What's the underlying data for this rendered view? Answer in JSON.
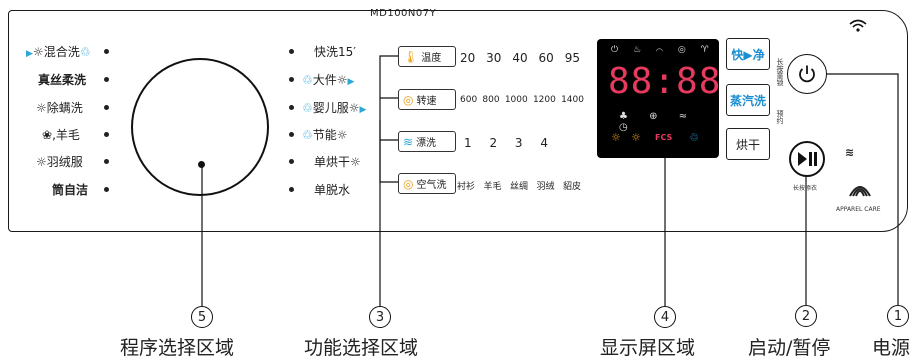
{
  "model": "MD100N07Y",
  "programs_left": [
    {
      "label": "混合洗",
      "icon": "sun-icon",
      "bold": false
    },
    {
      "label": "真丝柔洗",
      "icon": "",
      "bold": true
    },
    {
      "label": "除螨洗",
      "icon": "sun-icon",
      "bold": false
    },
    {
      "label": "羊毛",
      "icon": "wool-icon",
      "bold": false
    },
    {
      "label": "羽绒服",
      "icon": "sun-icon",
      "bold": false
    },
    {
      "label": "筒自洁",
      "icon": "",
      "bold": true
    }
  ],
  "programs_right": [
    {
      "label": "快洗15′"
    },
    {
      "label": "大件"
    },
    {
      "label": "婴儿服"
    },
    {
      "label": "节能"
    },
    {
      "label": "单烘干"
    },
    {
      "label": "单脱水"
    }
  ],
  "functions": [
    {
      "label": "温度",
      "icon": "thermometer-icon",
      "options": [
        "20",
        "30",
        "40",
        "60",
        "95"
      ]
    },
    {
      "label": "转速",
      "icon": "spin-icon",
      "options": [
        "600",
        "800",
        "1000",
        "1200",
        "1400"
      ]
    },
    {
      "label": "漂洗",
      "icon": "rinse-icon",
      "options": [
        "1",
        "2",
        "3",
        "4"
      ]
    },
    {
      "label": "空气洗",
      "icon": "air-wash-icon",
      "options": [
        "衬衫",
        "羊毛",
        "丝绸",
        "羽绒",
        "貂皮"
      ]
    }
  ],
  "display": {
    "digits": "88:88",
    "fcs": "FCS"
  },
  "side_buttons": {
    "quick_wash": "快▶净",
    "steam_wash": "蒸汽洗",
    "dry": "烘干"
  },
  "side_labels": {
    "child_lock": "长按童锁",
    "reservation": "预约"
  },
  "start_pause_caption": "长按添衣",
  "brand": {
    "apparel_care": "APPAREL CARE"
  },
  "callouts": [
    {
      "number": "1",
      "label": "电源"
    },
    {
      "number": "2",
      "label": "启动/暂停"
    },
    {
      "number": "3",
      "label": "功能选择区域"
    },
    {
      "number": "4",
      "label": "显示屏区域"
    },
    {
      "number": "5",
      "label": "程序选择区域"
    }
  ]
}
